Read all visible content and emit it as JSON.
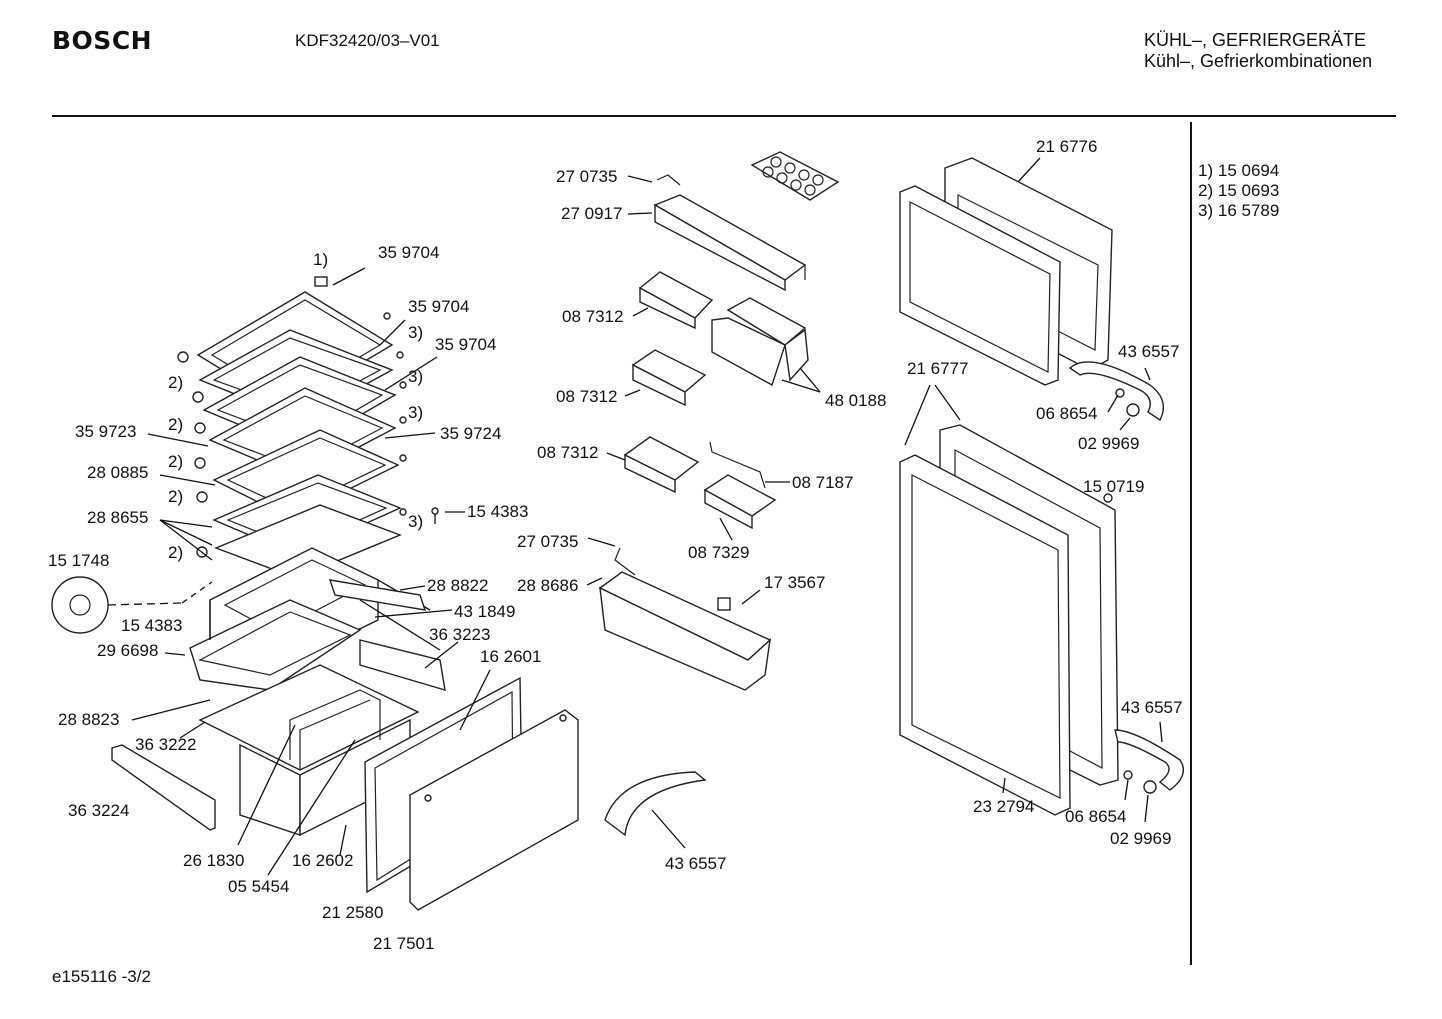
{
  "header": {
    "brand": "BOSCH",
    "model": "KDF32420/03–V01",
    "category_line1": "KÜHL–, GEFRIERGERÄTE",
    "category_line2": "Kühl–, Gefrierkombinationen"
  },
  "footnotes": [
    {
      "mark": "1)",
      "part": "15 0694"
    },
    {
      "mark": "2)",
      "part": "15 0693"
    },
    {
      "mark": "3)",
      "part": "16 5789"
    }
  ],
  "part_labels": {
    "p359704a": "35 9704",
    "p359704b": "35 9704",
    "p359704c": "35 9704",
    "p359723": "35 9723",
    "p359724": "35 9724",
    "p280885": "28 0885",
    "p288655": "28 8655",
    "p154383a": "15 4383",
    "p154383b": "15 4383",
    "p151748": "15 1748",
    "p288822": "28 8822",
    "p431849": "43 1849",
    "p296698": "29 6698",
    "p363223": "36 3223",
    "p162601": "16 2601",
    "p288823": "28 8823",
    "p363222": "36 3222",
    "p363224": "36 3224",
    "p261830": "26 1830",
    "p055454": "05 5454",
    "p162602": "16 2602",
    "p212580": "21 2580",
    "p217501": "21 7501",
    "p270735a": "27 0735",
    "p270917": "27 0917",
    "p087312a": "08 7312",
    "p087312b": "08 7312",
    "p087312c": "08 7312",
    "p480188": "48 0188",
    "p087187": "08 7187",
    "p087329": "08 7329",
    "p270735b": "27 0735",
    "p288686": "28 8686",
    "p173567": "17 3567",
    "p436557a": "43 6557",
    "p216776": "21 6776",
    "p436557b": "43 6557",
    "p068654a": "06 8654",
    "p029969a": "02 9969",
    "p216777": "21 6777",
    "p150719": "15 0719",
    "p436557c": "43 6557",
    "p232794": "23 2794",
    "p068654b": "06 8654",
    "p029969b": "02 9969"
  },
  "callout_marks": {
    "m1": "1)",
    "m3a": "3)",
    "m3b": "3)",
    "m3c": "3)",
    "m3d": "3)",
    "m2a": "2)",
    "m2b": "2)",
    "m2c": "2)",
    "m2d": "2)",
    "m2e": "2)"
  },
  "footer": {
    "doc_id": "e155116 -3/2"
  }
}
